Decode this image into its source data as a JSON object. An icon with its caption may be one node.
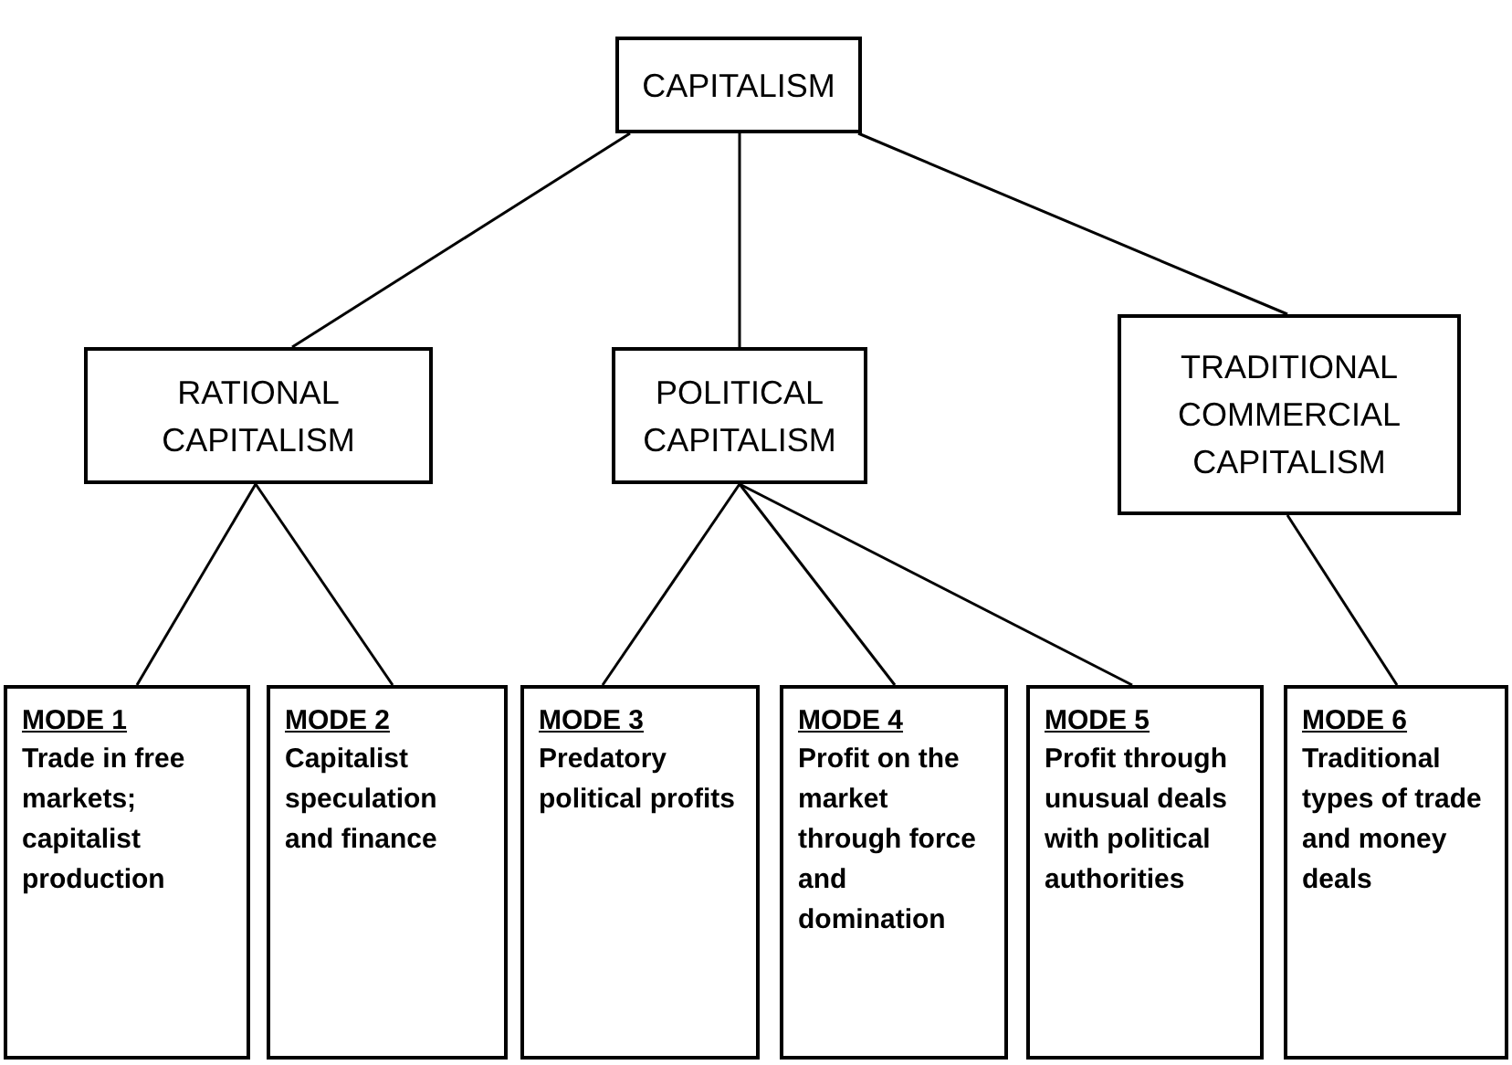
{
  "diagram": {
    "nodes": [
      {
        "text": [
          "CAPITALISM"
        ]
      },
      {
        "text": [
          "RATIONAL CAPITALISM"
        ]
      },
      {
        "text": [
          "POLITICAL CAPITALISM"
        ]
      },
      {
        "text": [
          "TRADITIONAL COMMERCIAL CAPITALISM"
        ]
      },
      {
        "text": [
          "MODE 1",
          "Trade in free markets; capitalist production"
        ]
      },
      {
        "text": [
          "MODE 2",
          "Capitalist speculation and finance"
        ]
      },
      {
        "text": [
          "MODE 3",
          "Predatory political profits"
        ]
      },
      {
        "text": [
          "MODE 4",
          "Profit on the market through force and domination"
        ]
      },
      {
        "text": [
          "MODE 5",
          "Profit through unusual deals with political authorities"
        ]
      },
      {
        "text": [
          "MODE 6",
          "Traditional types of trade and money deals"
        ]
      }
    ],
    "edges": [
      {
        "from": 0,
        "to": 1,
        "arrow": "none"
      },
      {
        "from": 0,
        "to": 2,
        "arrow": "none"
      },
      {
        "from": 0,
        "to": 3,
        "arrow": "none"
      },
      {
        "from": 1,
        "to": 4,
        "arrow": "none"
      },
      {
        "from": 1,
        "to": 5,
        "arrow": "none"
      },
      {
        "from": 2,
        "to": 6,
        "arrow": "none"
      },
      {
        "from": 2,
        "to": 7,
        "arrow": "none"
      },
      {
        "from": 2,
        "to": 8,
        "arrow": "none"
      },
      {
        "from": 3,
        "to": 9,
        "arrow": "none"
      }
    ]
  }
}
